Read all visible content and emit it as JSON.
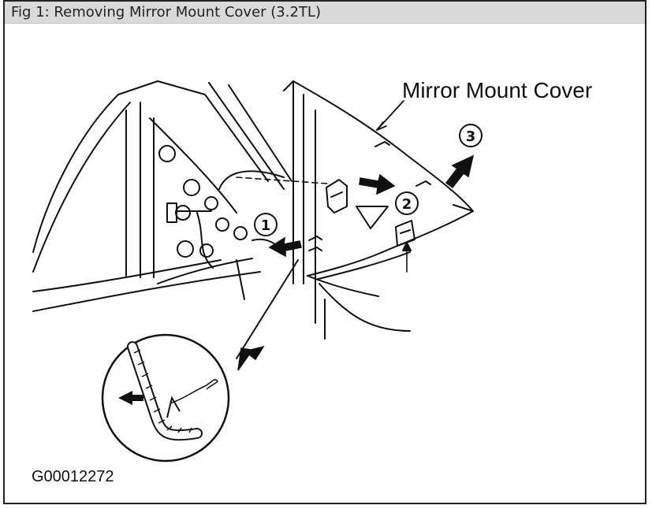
{
  "figure": {
    "title": "Fig 1: Removing Mirror Mount Cover (3.2TL)",
    "figure_id": "G00012272"
  },
  "labels": {
    "part_label": "Mirror Mount Cover",
    "step_1": "1",
    "step_2": "2",
    "step_3": "3"
  },
  "colors": {
    "header_bg": "#d9d9d9",
    "line": "#111111"
  }
}
